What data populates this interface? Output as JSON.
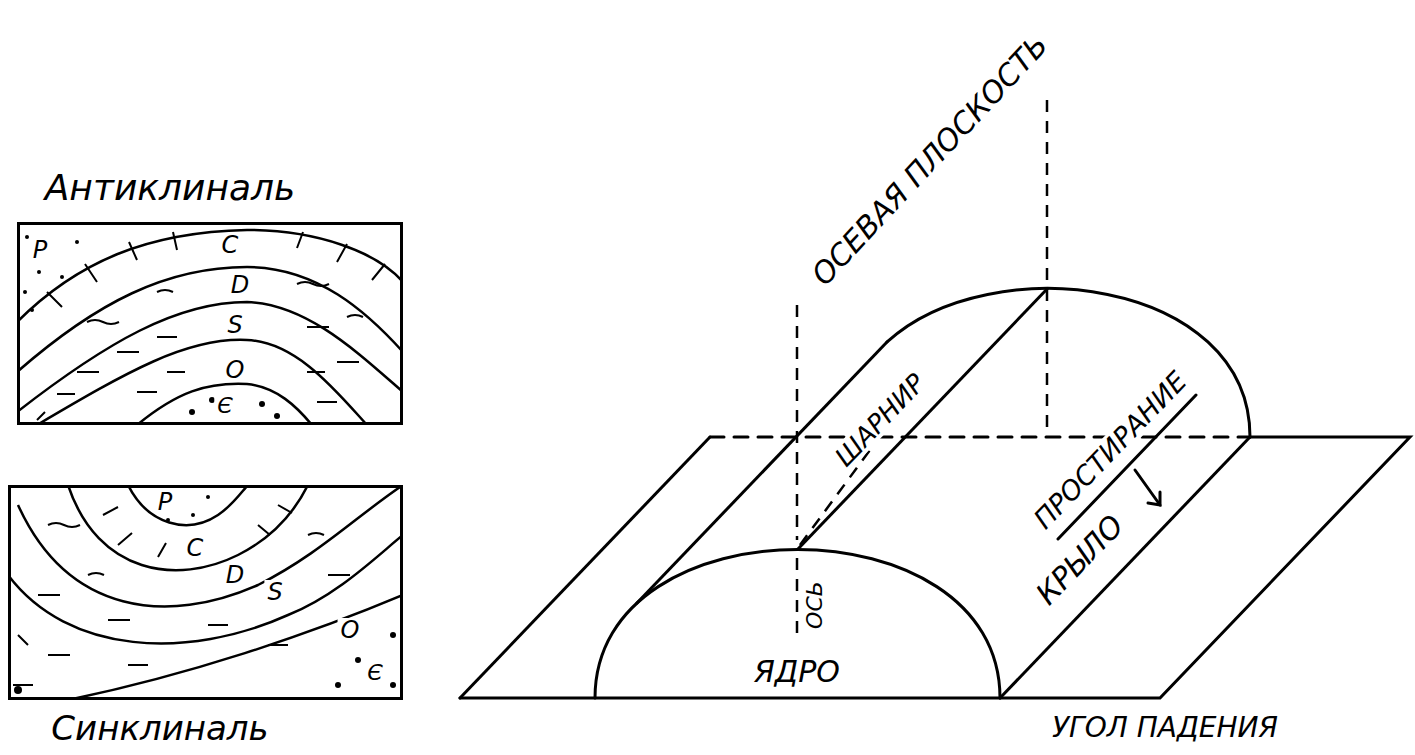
{
  "diagram": {
    "nodes": [
      {
        "text": [
          "Антиклиналь",
          "P",
          "C",
          "D",
          "S",
          "O",
          "Є"
        ]
      },
      {
        "text": [
          "P",
          "C",
          "D",
          "S",
          "O",
          "Є",
          "Синклиналь"
        ]
      }
    ],
    "labels": [
      "ОСЕВАЯ ПЛОСКОСТЬ",
      "ШАРНИР",
      "ПРОСТИРАНИЕ",
      "КРЫЛО",
      "ОСЬ",
      "ЯДРО",
      "УГОЛ ПАДЕНИЯ"
    ]
  }
}
